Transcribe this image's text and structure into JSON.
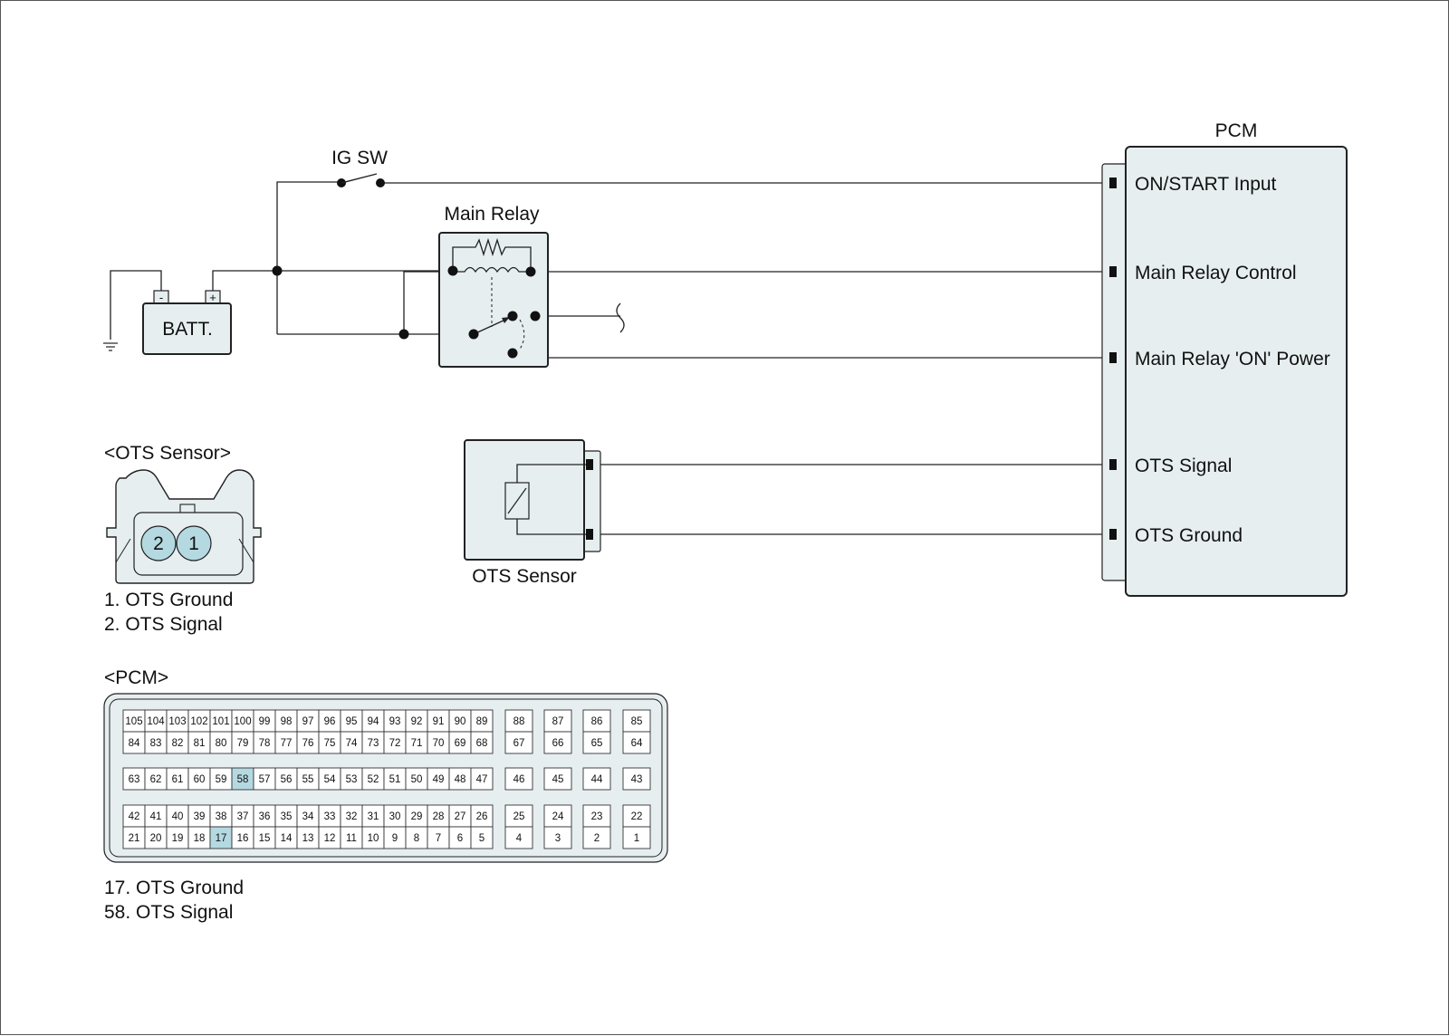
{
  "ig_sw": "IG SW",
  "batt": {
    "label": "BATT.",
    "neg": "-",
    "pos": "+"
  },
  "main_relay": "Main Relay",
  "pcm": {
    "title": "PCM",
    "pins": [
      "ON/START Input",
      "Main Relay Control",
      "Main Relay 'ON' Power",
      "OTS Signal",
      "OTS Ground"
    ]
  },
  "ots_component": "OTS Sensor",
  "ots_connector": {
    "title": "<OTS Sensor>",
    "pin_left": "2",
    "pin_right": "1",
    "legend": [
      "1. OTS Ground",
      "2. OTS Signal"
    ]
  },
  "pcm_connector": {
    "title": "<PCM>",
    "highlight": [
      "17",
      "58"
    ],
    "highlight_color": "#b5d9e1",
    "main_rows": [
      [
        "105",
        "104",
        "103",
        "102",
        "101",
        "100",
        "99",
        "98",
        "97",
        "96",
        "95",
        "94",
        "93",
        "92",
        "91",
        "90",
        "89"
      ],
      [
        "84",
        "83",
        "82",
        "81",
        "80",
        "79",
        "78",
        "77",
        "76",
        "75",
        "74",
        "73",
        "72",
        "71",
        "70",
        "69",
        "68"
      ],
      [
        "63",
        "62",
        "61",
        "60",
        "59",
        "58",
        "57",
        "56",
        "55",
        "54",
        "53",
        "52",
        "51",
        "50",
        "49",
        "48",
        "47"
      ],
      [
        "42",
        "41",
        "40",
        "39",
        "38",
        "37",
        "36",
        "35",
        "34",
        "33",
        "32",
        "31",
        "30",
        "29",
        "28",
        "27",
        "26"
      ],
      [
        "21",
        "20",
        "19",
        "18",
        "17",
        "16",
        "15",
        "14",
        "13",
        "12",
        "11",
        "10",
        "9",
        "8",
        "7",
        "6",
        "5"
      ]
    ],
    "side_rows": [
      [
        "88",
        "87",
        "86",
        "85"
      ],
      [
        "67",
        "66",
        "65",
        "64"
      ],
      [
        "46",
        "45",
        "44",
        "43"
      ],
      [
        "25",
        "24",
        "23",
        "22"
      ],
      [
        "4",
        "3",
        "2",
        "1"
      ]
    ],
    "legend": [
      "17. OTS Ground",
      "58. OTS Signal"
    ]
  },
  "colors": {
    "box_fill": "#e6eef0",
    "pin_fill": "#b5d9e1",
    "line": "#222222"
  }
}
